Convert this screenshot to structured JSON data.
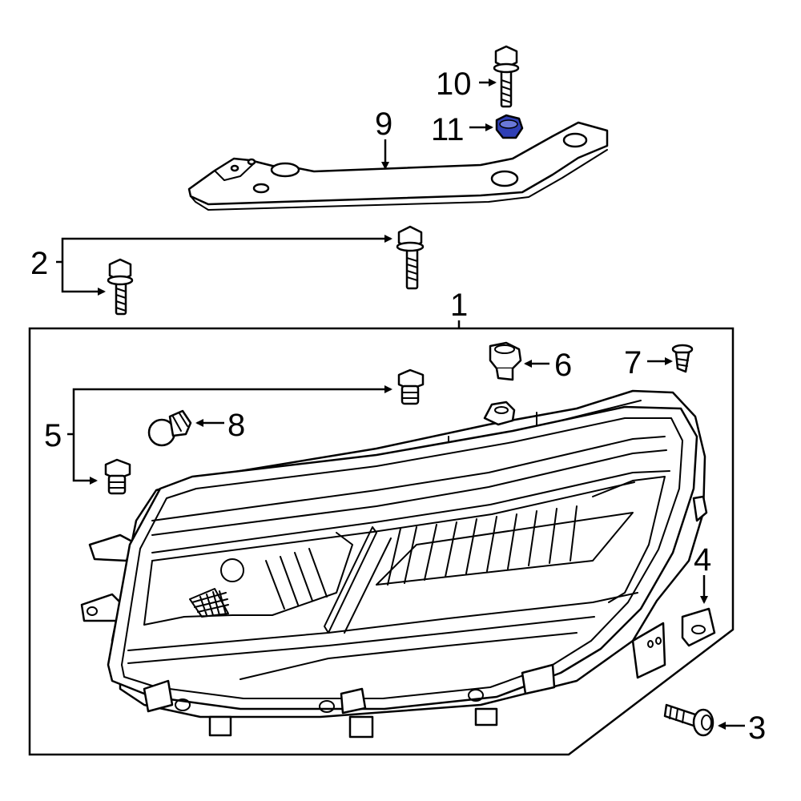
{
  "callouts": {
    "c1": "1",
    "c2": "2",
    "c3": "3",
    "c4": "4",
    "c5": "5",
    "c6": "6",
    "c7": "7",
    "c8": "8",
    "c9": "9",
    "c10": "10",
    "c11": "11"
  },
  "colors": {
    "line": "#000000",
    "background": "#ffffff",
    "highlight_part": "#2f3fb5"
  },
  "highlighted_part": "11"
}
